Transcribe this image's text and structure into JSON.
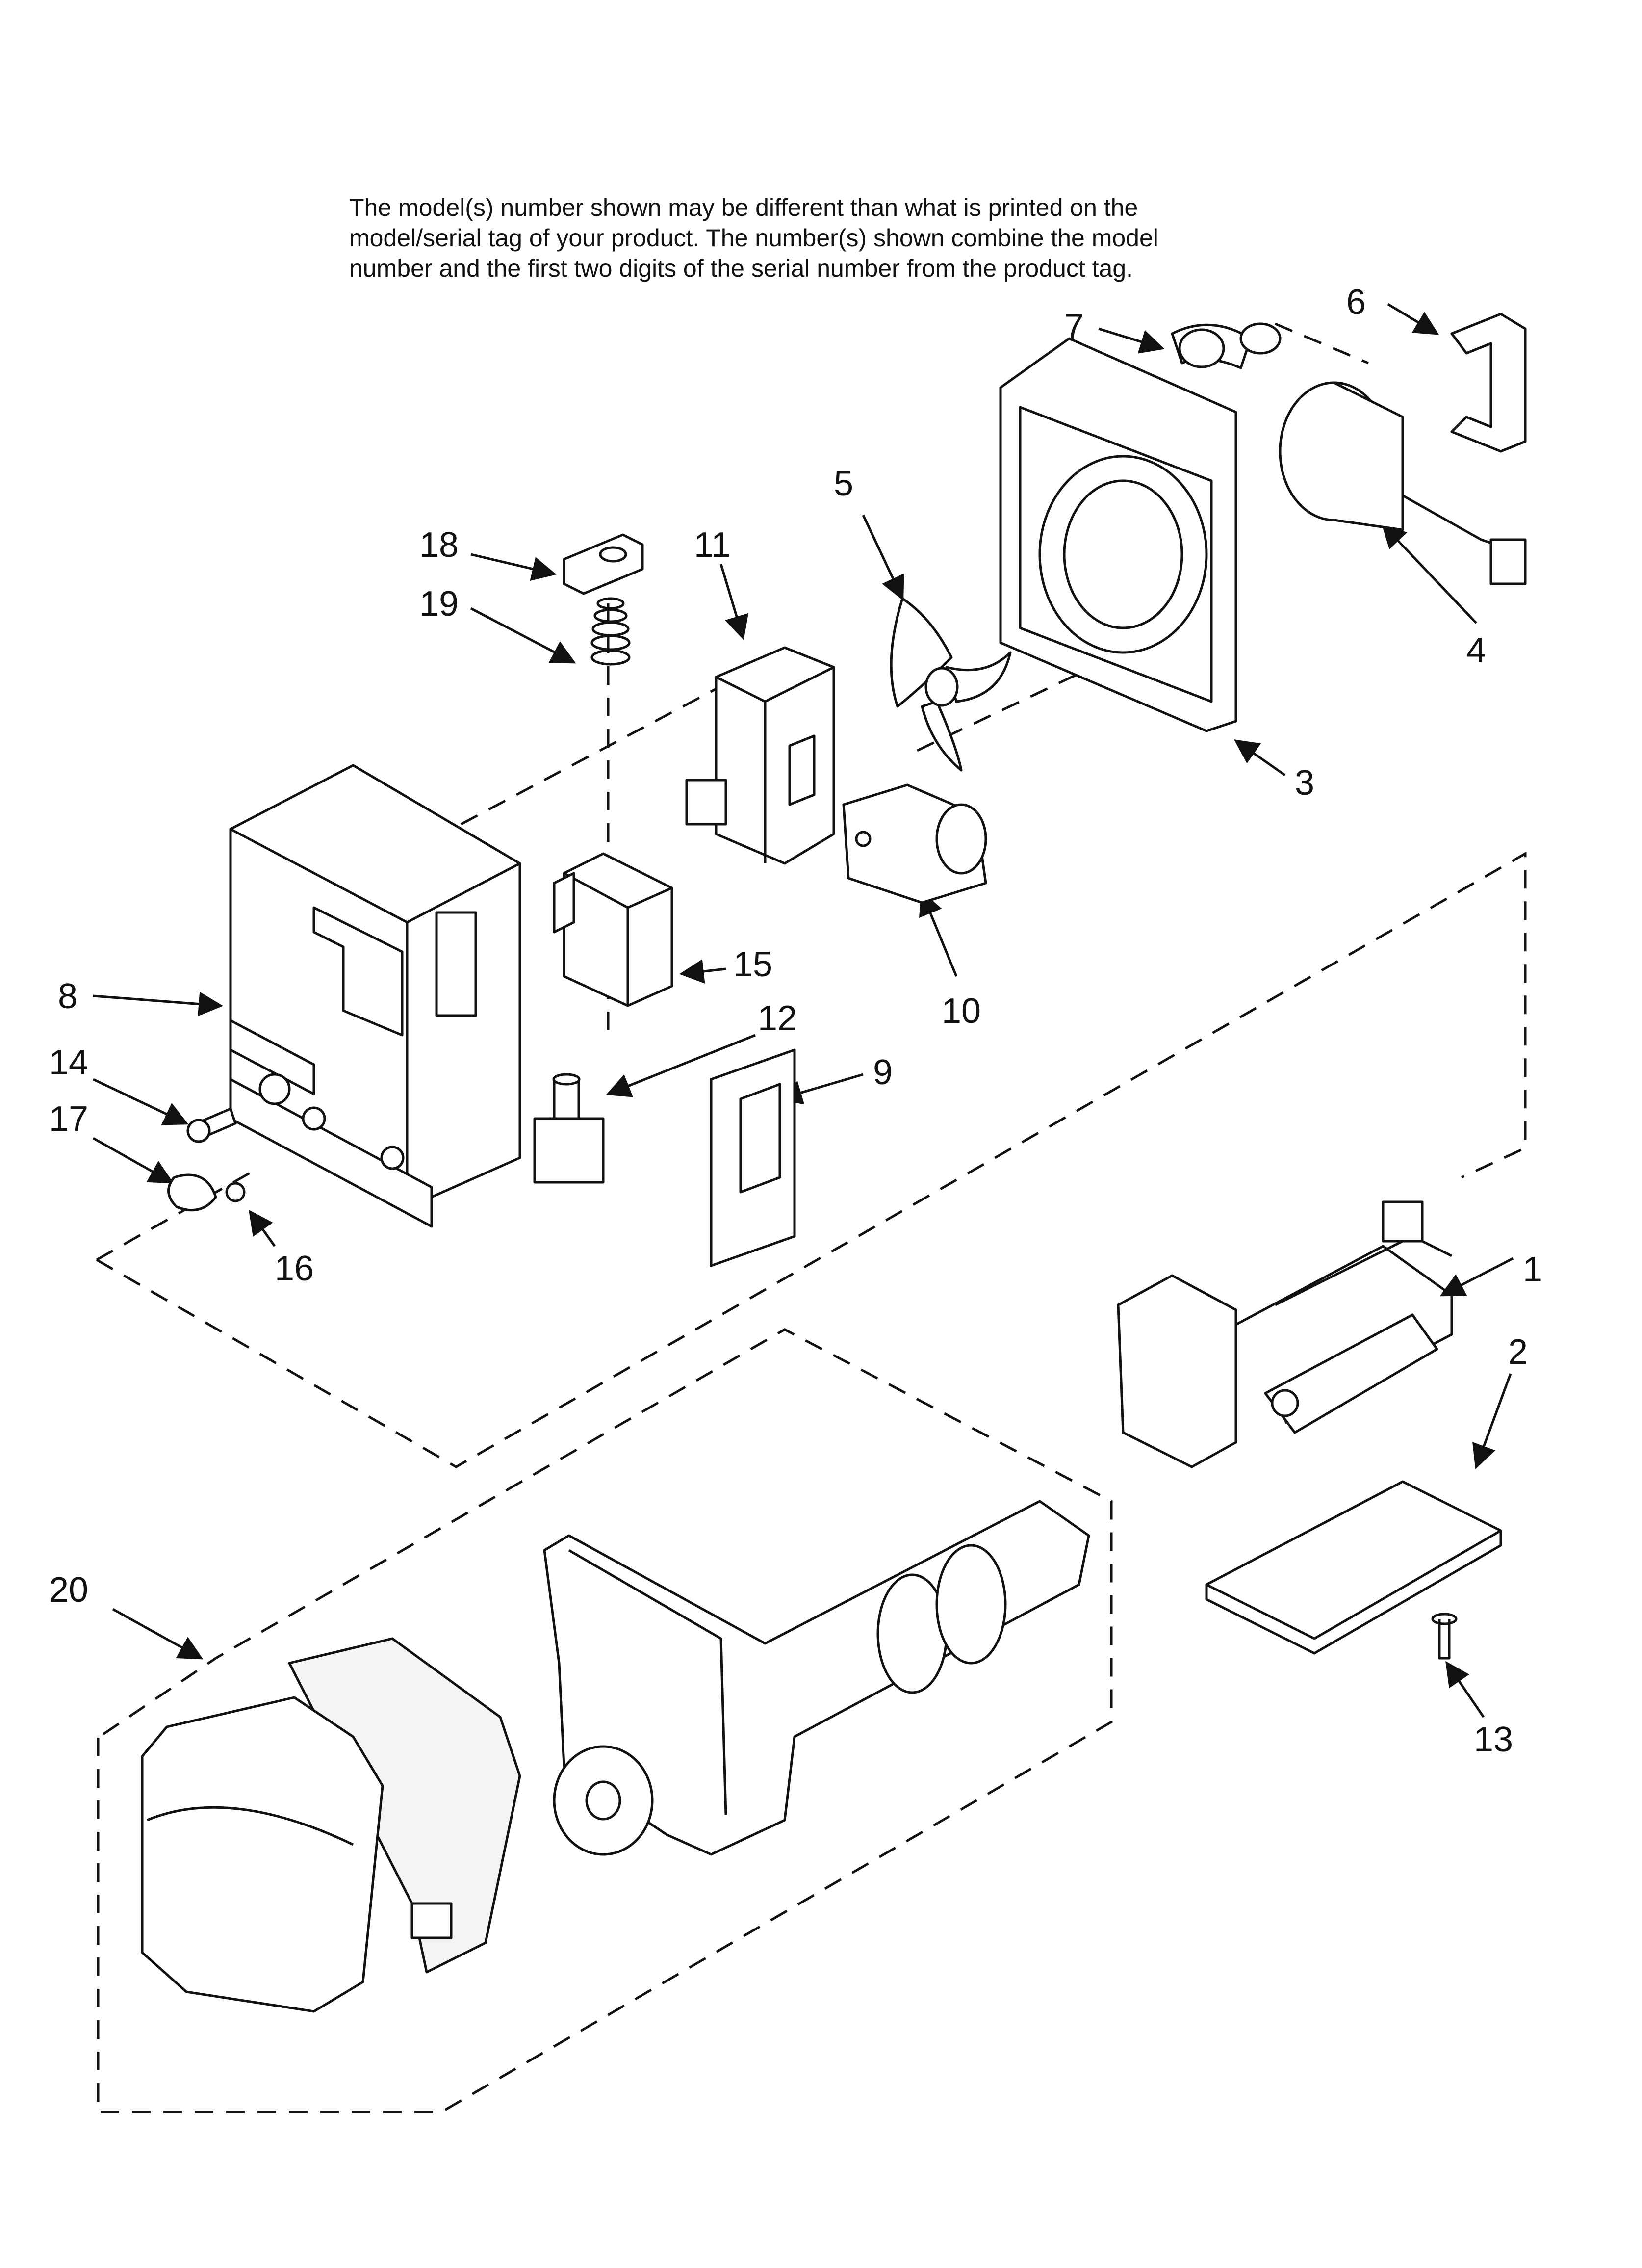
{
  "note": {
    "lines": [
      "The model(s) number shown may be different than what is printed on the",
      "model/serial tag of your product. The number(s) shown combine the model",
      "number and the first two digits of the serial number from the product tag."
    ]
  },
  "callouts": {
    "p1": "1",
    "p2": "2",
    "p3": "3",
    "p4": "4",
    "p5": "5",
    "p6": "6",
    "p7": "7",
    "p8": "8",
    "p9": "9",
    "p10": "10",
    "p11": "11",
    "p12": "12",
    "p13": "13",
    "p14": "14",
    "p15": "15",
    "p16": "16",
    "p17": "17",
    "p18": "18",
    "p19": "19",
    "p20": "20"
  },
  "colors": {
    "ink": "#111111",
    "paper": "#ffffff",
    "shade": "#e6e6e6"
  }
}
